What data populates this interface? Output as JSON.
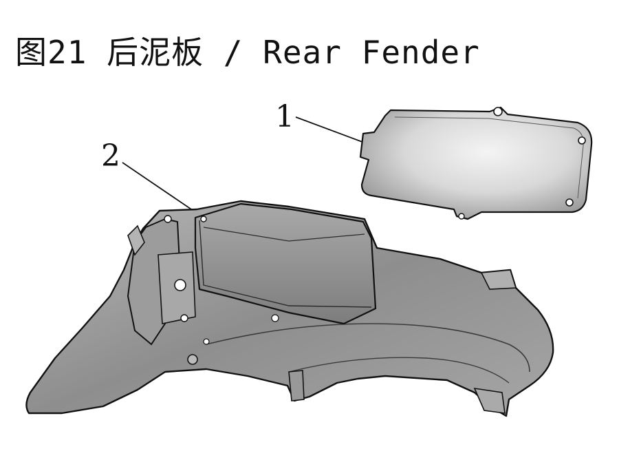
{
  "figure": {
    "title": "图21 后泥板 / Rear Fender"
  },
  "callouts": [
    {
      "number": "1"
    },
    {
      "number": "2"
    }
  ],
  "colors": {
    "ink": "#111111",
    "part_fill_dark": "#8f8f8f",
    "part_fill_light": "#e6e6e6",
    "background": "#ffffff"
  }
}
